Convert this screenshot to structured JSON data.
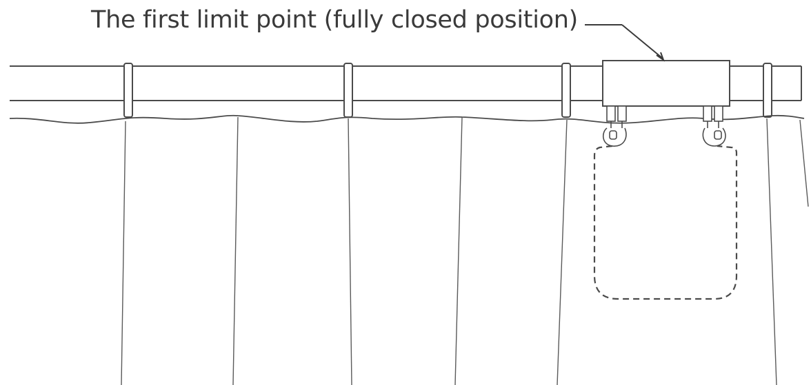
{
  "callout": {
    "text": "The first limit point (fully closed position)"
  },
  "colors": {
    "line": "#4a4a4a",
    "background": "#ffffff",
    "text": "#3a3a3a"
  },
  "icons": {
    "rail": "curtain-rail",
    "motor": "curtain-motor",
    "curtain": "curtain-fabric",
    "panel": "curtain-panel-dashed"
  }
}
